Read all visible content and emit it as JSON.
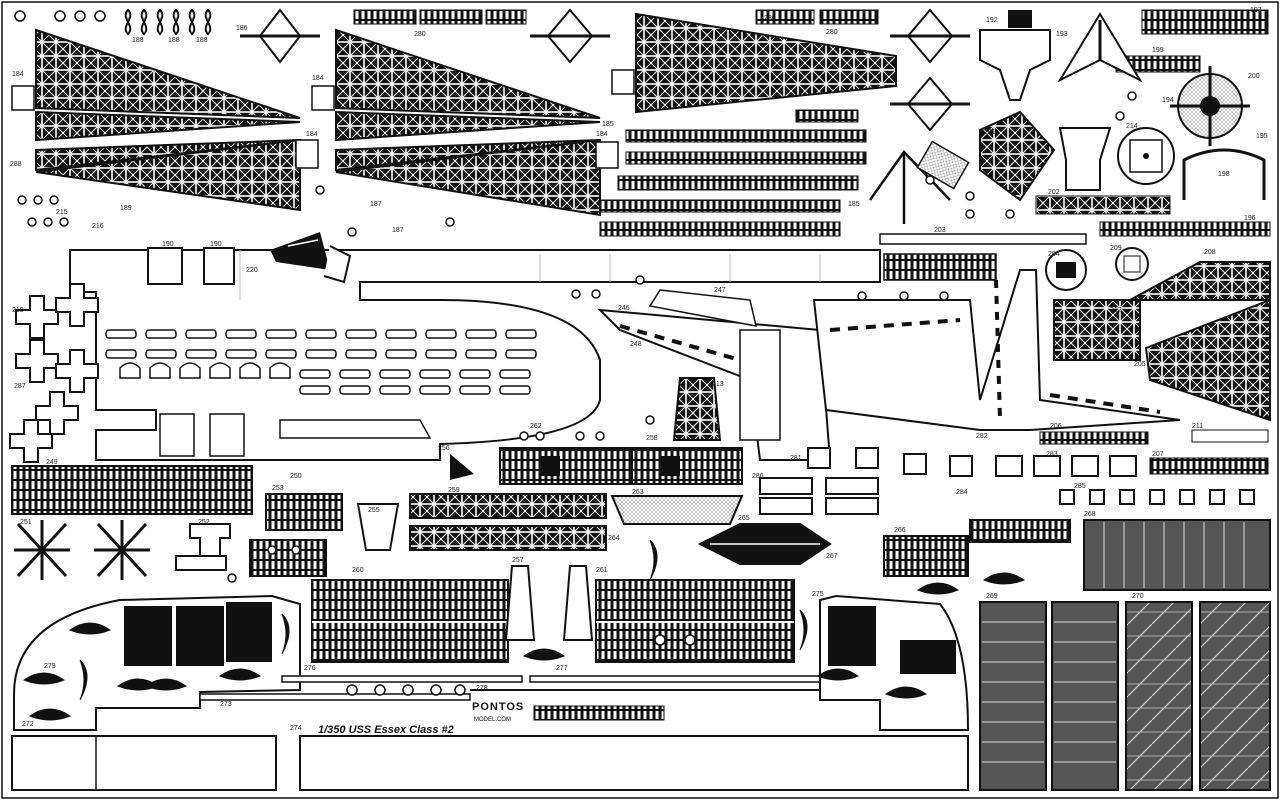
{
  "sheet": {
    "title": "1/350 USS Essex Class #2",
    "brand": "PONTOS",
    "brand_sub": "MODEL.COM"
  },
  "part_numbers": [
    {
      "id": "188a",
      "label": "188"
    },
    {
      "id": "188b",
      "label": "188"
    },
    {
      "id": "188c",
      "label": "188"
    },
    {
      "id": "186a",
      "label": "186"
    },
    {
      "id": "280a",
      "label": "280"
    },
    {
      "id": "280b",
      "label": "280"
    },
    {
      "id": "280c",
      "label": "280"
    },
    {
      "id": "184a",
      "label": "184"
    },
    {
      "id": "184b",
      "label": "184"
    },
    {
      "id": "184c",
      "label": "184"
    },
    {
      "id": "184d",
      "label": "184"
    },
    {
      "id": "185a",
      "label": "185"
    },
    {
      "id": "185b",
      "label": "185"
    },
    {
      "id": "187a",
      "label": "187"
    },
    {
      "id": "187b",
      "label": "187"
    },
    {
      "id": "189",
      "label": "189"
    },
    {
      "id": "190a",
      "label": "190"
    },
    {
      "id": "190b",
      "label": "190"
    },
    {
      "id": "192a",
      "label": "192"
    },
    {
      "id": "193",
      "label": "193"
    },
    {
      "id": "194",
      "label": "194"
    },
    {
      "id": "195",
      "label": "195"
    },
    {
      "id": "196",
      "label": "196"
    },
    {
      "id": "197",
      "label": "197"
    },
    {
      "id": "198",
      "label": "198"
    },
    {
      "id": "199",
      "label": "199"
    },
    {
      "id": "200",
      "label": "200"
    },
    {
      "id": "201",
      "label": "201"
    },
    {
      "id": "202",
      "label": "202"
    },
    {
      "id": "203",
      "label": "203"
    },
    {
      "id": "204",
      "label": "204"
    },
    {
      "id": "205",
      "label": "205"
    },
    {
      "id": "206",
      "label": "206"
    },
    {
      "id": "207",
      "label": "207"
    },
    {
      "id": "208",
      "label": "208"
    },
    {
      "id": "209",
      "label": "209"
    },
    {
      "id": "211",
      "label": "211"
    },
    {
      "id": "212",
      "label": "212"
    },
    {
      "id": "213",
      "label": "213"
    },
    {
      "id": "214",
      "label": "214"
    },
    {
      "id": "215",
      "label": "215"
    },
    {
      "id": "216",
      "label": "216"
    },
    {
      "id": "219",
      "label": "219"
    },
    {
      "id": "220",
      "label": "220"
    },
    {
      "id": "246",
      "label": "246"
    },
    {
      "id": "247",
      "label": "247"
    },
    {
      "id": "248",
      "label": "248"
    },
    {
      "id": "249",
      "label": "249"
    },
    {
      "id": "250",
      "label": "250"
    },
    {
      "id": "251",
      "label": "251"
    },
    {
      "id": "252",
      "label": "252"
    },
    {
      "id": "253",
      "label": "253"
    },
    {
      "id": "255",
      "label": "255"
    },
    {
      "id": "256",
      "label": "256"
    },
    {
      "id": "257",
      "label": "257"
    },
    {
      "id": "258",
      "label": "258"
    },
    {
      "id": "259",
      "label": "259"
    },
    {
      "id": "260",
      "label": "260"
    },
    {
      "id": "261",
      "label": "261"
    },
    {
      "id": "262",
      "label": "262"
    },
    {
      "id": "263",
      "label": "263"
    },
    {
      "id": "264",
      "label": "264"
    },
    {
      "id": "265",
      "label": "265"
    },
    {
      "id": "266",
      "label": "266"
    },
    {
      "id": "267",
      "label": "267"
    },
    {
      "id": "268",
      "label": "268"
    },
    {
      "id": "269",
      "label": "269"
    },
    {
      "id": "270",
      "label": "270"
    },
    {
      "id": "272",
      "label": "272"
    },
    {
      "id": "273",
      "label": "273"
    },
    {
      "id": "274",
      "label": "274"
    },
    {
      "id": "275",
      "label": "275"
    },
    {
      "id": "276",
      "label": "276"
    },
    {
      "id": "277",
      "label": "277"
    },
    {
      "id": "278",
      "label": "278"
    },
    {
      "id": "279",
      "label": "279"
    },
    {
      "id": "281",
      "label": "281"
    },
    {
      "id": "282",
      "label": "282"
    },
    {
      "id": "283",
      "label": "283"
    },
    {
      "id": "284",
      "label": "284"
    },
    {
      "id": "285",
      "label": "285"
    },
    {
      "id": "286",
      "label": "286"
    },
    {
      "id": "287",
      "label": "287"
    },
    {
      "id": "288",
      "label": "288"
    }
  ]
}
